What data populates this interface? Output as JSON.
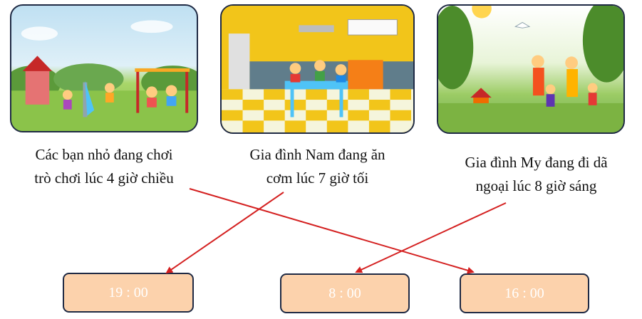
{
  "captions": [
    {
      "line1": "Các bạn nhỏ đang chơi",
      "line2": "trò chơi lúc 4 giờ chiều"
    },
    {
      "line1": "Gia đình Nam đang ăn",
      "line2": "cơm lúc 7 giờ tối"
    },
    {
      "line1": "Gia đình My đang đi dã",
      "line2": "ngoại lúc 8 giờ sáng"
    }
  ],
  "times": [
    "19 : 00",
    "8 : 00",
    "16 : 00"
  ],
  "colors": {
    "arrow": "#d42020",
    "time_box_fill": "#fcd2ac",
    "border": "#1f2a44"
  }
}
